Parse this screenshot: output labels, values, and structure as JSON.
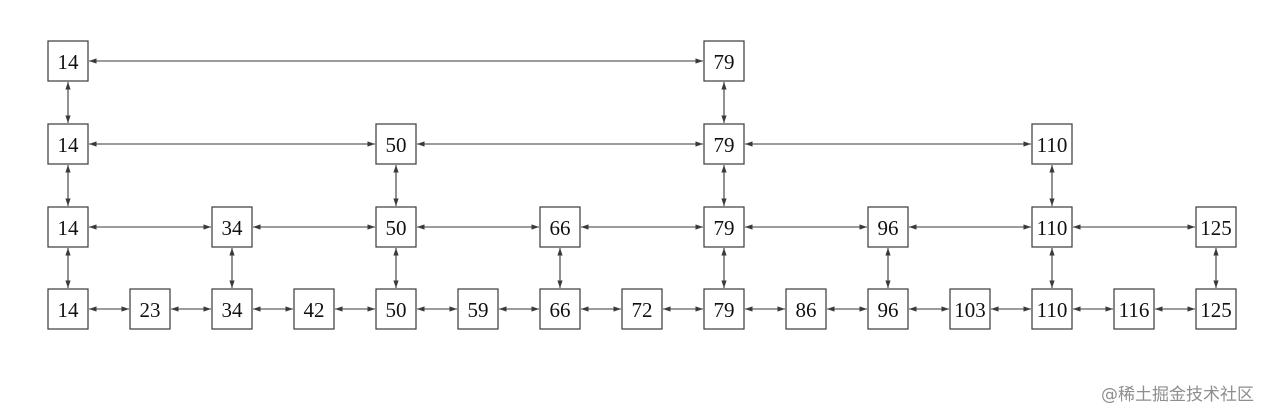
{
  "diagram": {
    "levels": [
      {
        "keys": [
          14,
          79
        ]
      },
      {
        "keys": [
          14,
          50,
          79,
          110
        ]
      },
      {
        "keys": [
          14,
          34,
          50,
          66,
          79,
          96,
          110,
          125
        ]
      },
      {
        "keys": [
          14,
          23,
          34,
          42,
          50,
          59,
          66,
          72,
          79,
          86,
          96,
          103,
          110,
          116,
          125
        ]
      }
    ]
  },
  "watermark": "@稀土掘金技术社区"
}
